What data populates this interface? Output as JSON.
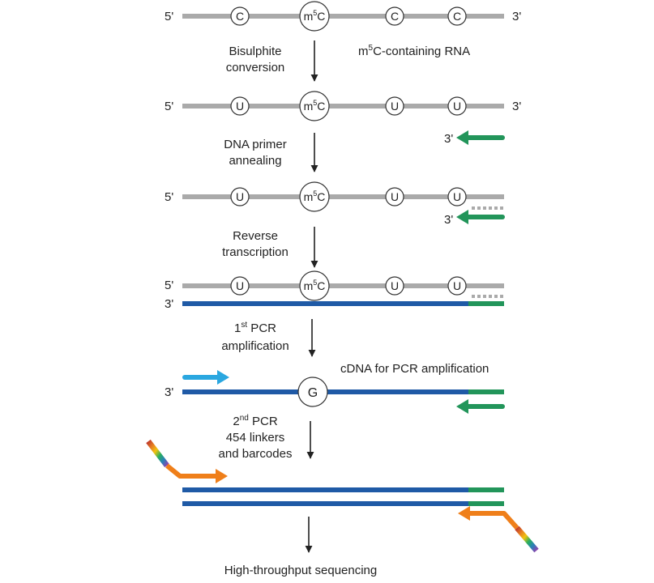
{
  "colors": {
    "rna": "#aaaaaa",
    "cdna": "#1f5aa6",
    "primer": "#22955a",
    "forward_primer": "#2aa7e0",
    "linker": "#ef7f1a",
    "arrow": "#222222"
  },
  "step1": {
    "five": "5'",
    "three": "3'",
    "nucleotides": [
      "C",
      "m5C",
      "C",
      "C"
    ],
    "caption_prefix": "m",
    "caption_sup": "5",
    "caption_rest": "C-containing RNA"
  },
  "steps": {
    "bisulphite": [
      "Bisulphite",
      "conversion"
    ],
    "primer": [
      "DNA primer",
      "annealing"
    ],
    "rt": [
      "Reverse",
      "transcription"
    ],
    "pcr1": {
      "line1_prefix": "1",
      "line1_sup": "st",
      "line1_rest": " PCR",
      "line2": "amplification"
    },
    "pcr2": {
      "line1_prefix": "2",
      "line1_sup": "nd",
      "line1_rest": " PCR",
      "line2": "454 linkers",
      "line3": "and barcodes"
    },
    "final": "High-throughput sequencing"
  },
  "step2": {
    "five": "5'",
    "three": "3'",
    "primer_end": "3'",
    "nucleotides": [
      "U",
      "m5C",
      "U",
      "U"
    ]
  },
  "step3": {
    "five": "5'",
    "primer_end": "3'",
    "nucleotides": [
      "U",
      "m5C",
      "U",
      "U"
    ]
  },
  "step4": {
    "five": "5'",
    "three": "3'",
    "nucleotides": [
      "U",
      "m5C",
      "U",
      "U"
    ]
  },
  "step5": {
    "three": "3'",
    "base": "G",
    "caption": "cDNA for PCR amplification"
  },
  "m5c": {
    "prefix": "m",
    "sup": "5",
    "base": "C"
  }
}
